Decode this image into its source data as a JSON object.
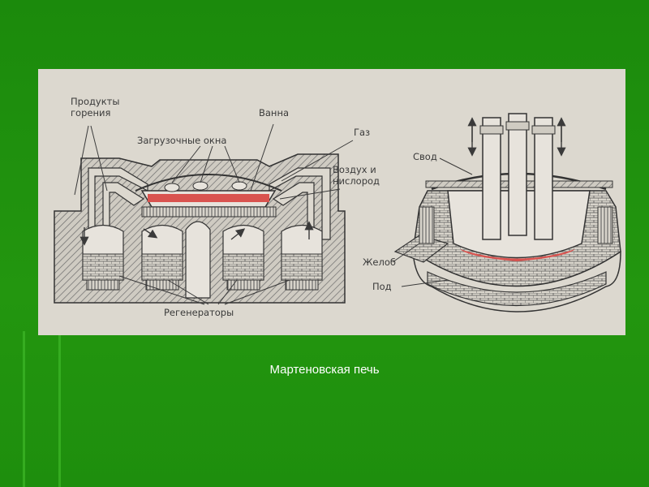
{
  "slide": {
    "caption": "Мартеновская печь",
    "colors": {
      "background": "#1f8f0f",
      "figure": "#dcd8cf",
      "molten_metal": "#d9534f"
    }
  },
  "figure": {
    "left_diagram": {
      "labels": {
        "combustion_products": [
          "Продукты",
          "горения"
        ],
        "bath": "Ванна",
        "loading_windows": "Загрузочные окна",
        "gas": "Газ",
        "air_oxygen": [
          "Воздух и",
          "нислород"
        ],
        "regenerators": "Регенераторы"
      }
    },
    "right_diagram": {
      "labels": {
        "roof": "Свод",
        "trough": "Желоб",
        "hearth": "Под"
      }
    }
  }
}
